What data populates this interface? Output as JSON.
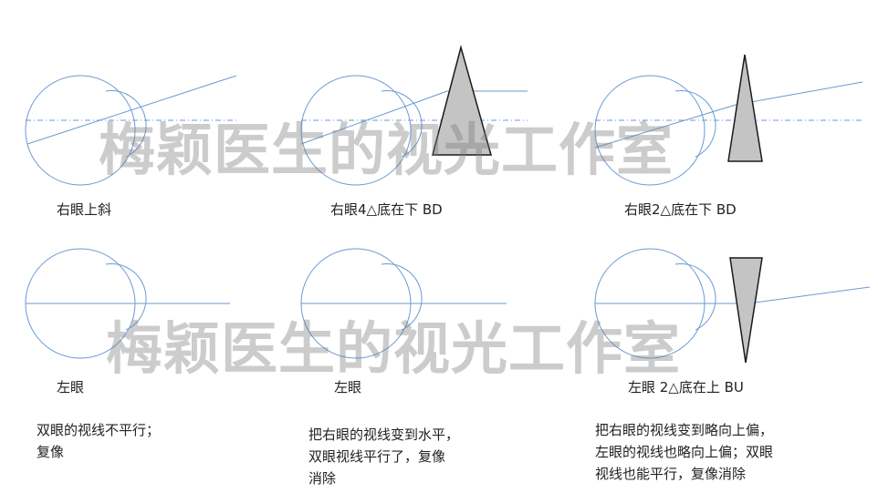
{
  "colors": {
    "eye_stroke": "#6a9ad2",
    "axis_dash": "#6a9ad2",
    "prism_fill": "#c4c4c4",
    "prism_stroke": "#1a1a1a",
    "watermark": "#8c8c8c"
  },
  "watermark_text": "梅颖医生的视光工作室",
  "panels": [
    {
      "caption": "右眼上斜"
    },
    {
      "caption": "右眼4△底在下 BD"
    },
    {
      "caption": "右眼2△底在下 BD"
    },
    {
      "caption": "左眼"
    },
    {
      "caption": "左眼"
    },
    {
      "caption": "左眼 2△底在上 BU"
    }
  ],
  "notes": [
    "双眼的视线不平行；\n复像",
    "把右眼的视线变到水平，\n双眼视线平行了，复像\n消除",
    "把右眼的视线变到略向上偏，\n左眼的视线也略向上偏；双眼\n视线也能平行，复像消除"
  ]
}
